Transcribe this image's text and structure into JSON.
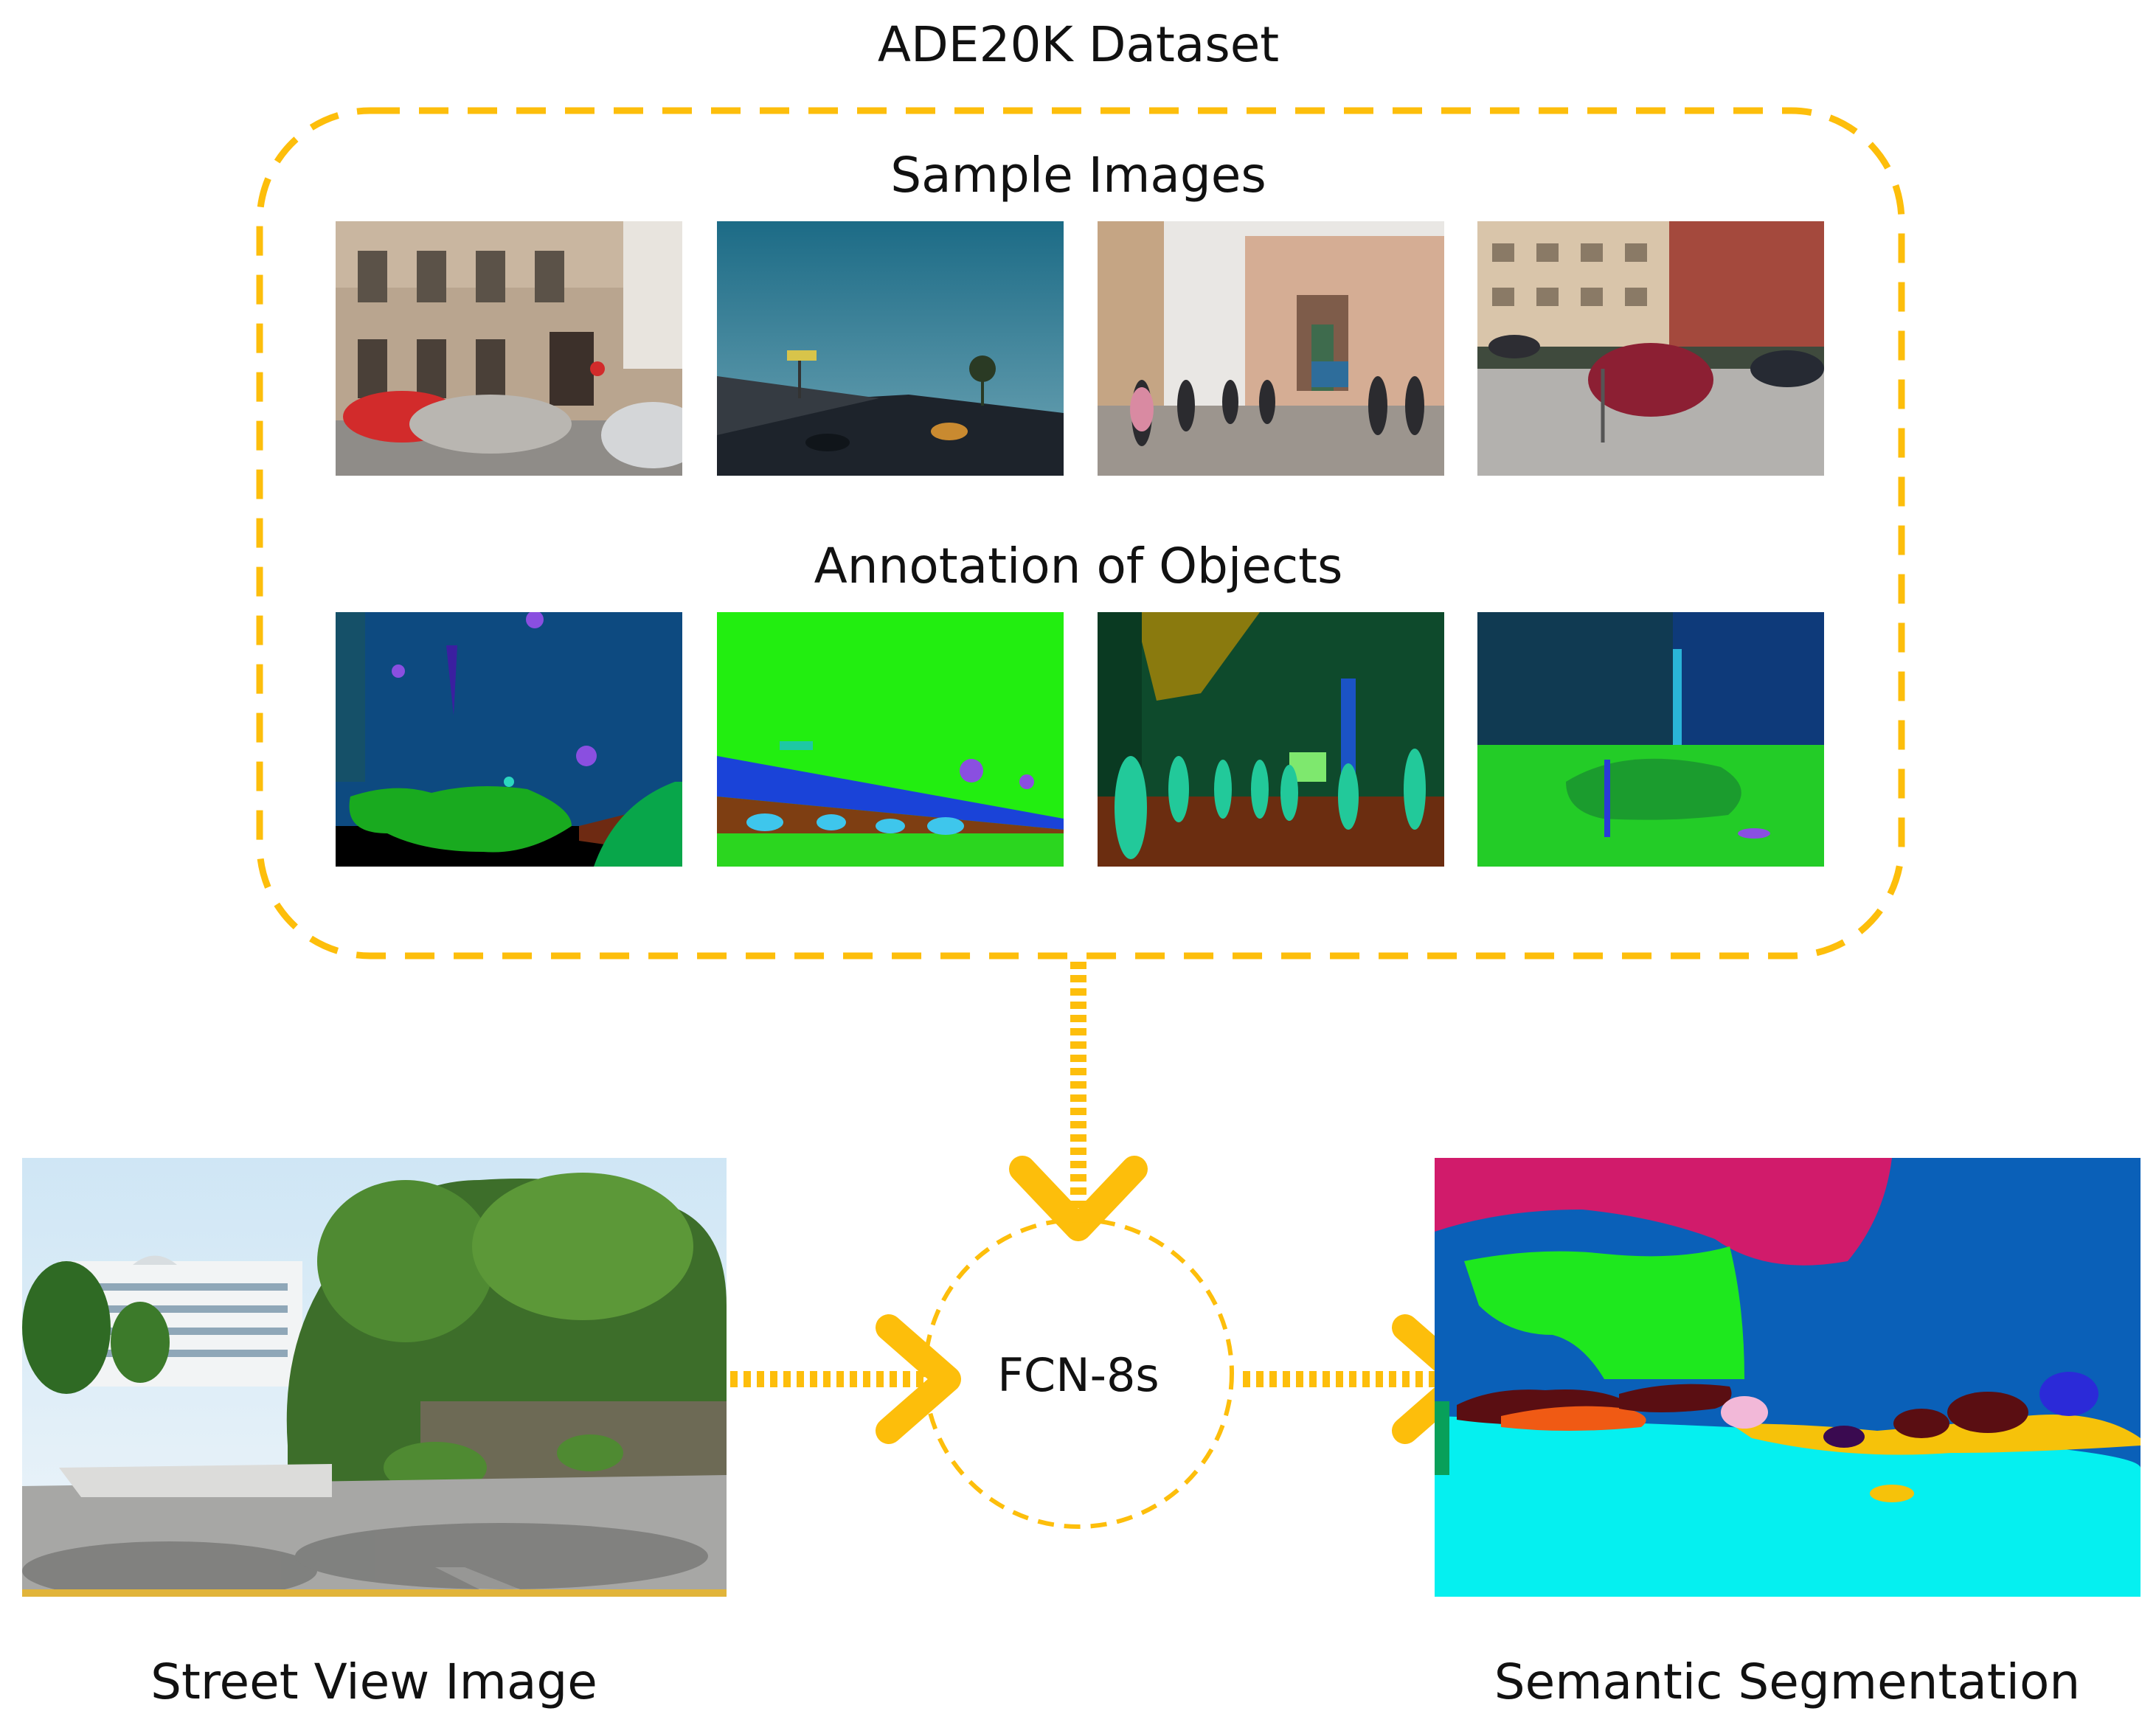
{
  "title": "ADE20K Dataset",
  "sections": {
    "samples_label": "Sample Images",
    "annotations_label": "Annotation of Objects"
  },
  "model": {
    "label": "FCN-8s"
  },
  "input_label": "Street View Image",
  "output_label": "Semantic Segmentation",
  "colors": {
    "accent": "#FDBE0B"
  }
}
